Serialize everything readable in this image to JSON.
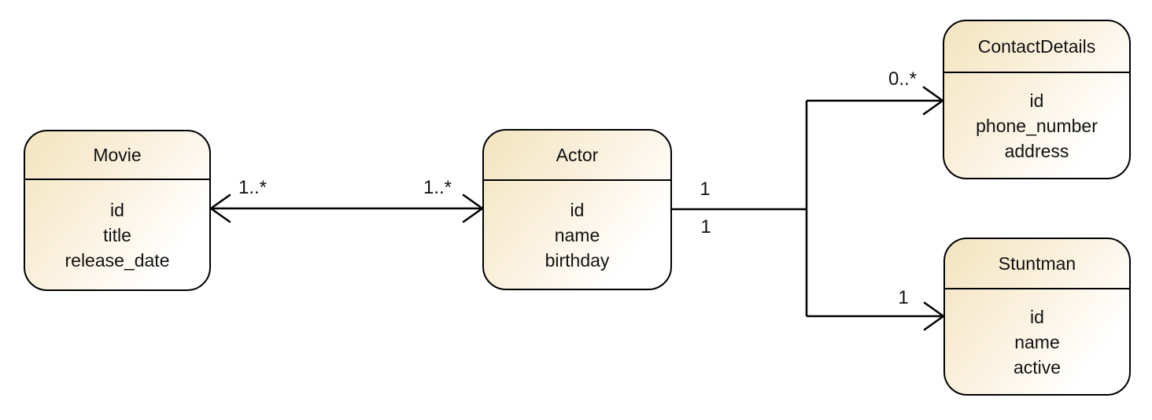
{
  "diagram": {
    "kind": "uml-class-diagram",
    "background_color": "#ffffff",
    "stroke_color": "#000000",
    "node_fill_gradient_start": "#f3e4bf",
    "node_fill_gradient_end": "#ffffff",
    "entities": {
      "movie": {
        "title": "Movie",
        "attributes": [
          "id",
          "title",
          "release_date"
        ]
      },
      "actor": {
        "title": "Actor",
        "attributes": [
          "id",
          "name",
          "birthday"
        ]
      },
      "contact_details": {
        "title": "ContactDetails",
        "attributes": [
          "id",
          "phone_number",
          "address"
        ]
      },
      "stuntman": {
        "title": "Stuntman",
        "attributes": [
          "id",
          "name",
          "active"
        ]
      }
    },
    "relationships": {
      "movie_actor": {
        "movie_side_label": "1..*",
        "actor_side_label": "1..*"
      },
      "actor_contact_details": {
        "actor_side_upper_label": "1",
        "actor_side_lower_label": "1",
        "contact_details_side_label": "0..*"
      },
      "actor_stuntman": {
        "stuntman_side_label": "1"
      }
    }
  }
}
